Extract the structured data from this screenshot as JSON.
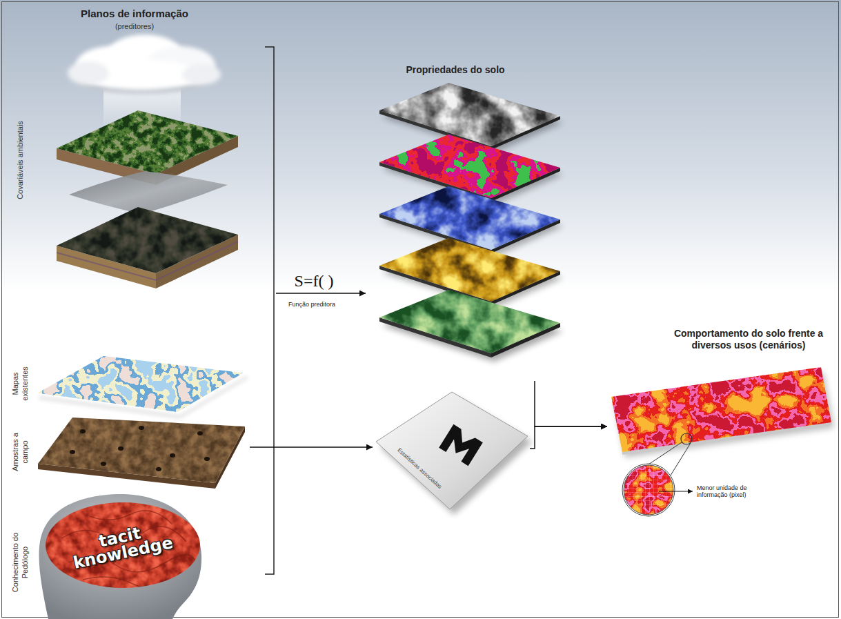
{
  "diagram": {
    "nodes": [
      {
        "text": [
          "Planos de informação",
          "(preditores)"
        ]
      },
      {
        "text": [
          "Covariáveis ambientais"
        ],
        "in": 0
      },
      {
        "text": [
          "Mapas existentes"
        ],
        "in": 0
      },
      {
        "text": [
          "Amostras a campo"
        ],
        "in": 0
      },
      {
        "text": [
          "Conhecimento do Pedólogo",
          "tacit knowledge"
        ],
        "in": 0
      },
      {
        "text": [
          "Propriedades do solo"
        ]
      },
      {
        "text": [
          "Estatísticas associadas"
        ]
      },
      {
        "text": [
          "Comportamento do solo frente a diversos usos (cenários)"
        ]
      },
      {
        "text": [
          "Menor unidade de informação (pixel)"
        ]
      }
    ],
    "edges": [
      {
        "from": 0,
        "to": 5,
        "arrow": "to",
        "label": "S=f( )"
      },
      {
        "from": 3,
        "to": 6,
        "arrow": "to"
      },
      {
        "from": 5,
        "to": 7,
        "arrow": "to"
      },
      {
        "from": 6,
        "to": 7,
        "arrow": "to"
      }
    ],
    "labels": [
      "Função preditora"
    ]
  }
}
